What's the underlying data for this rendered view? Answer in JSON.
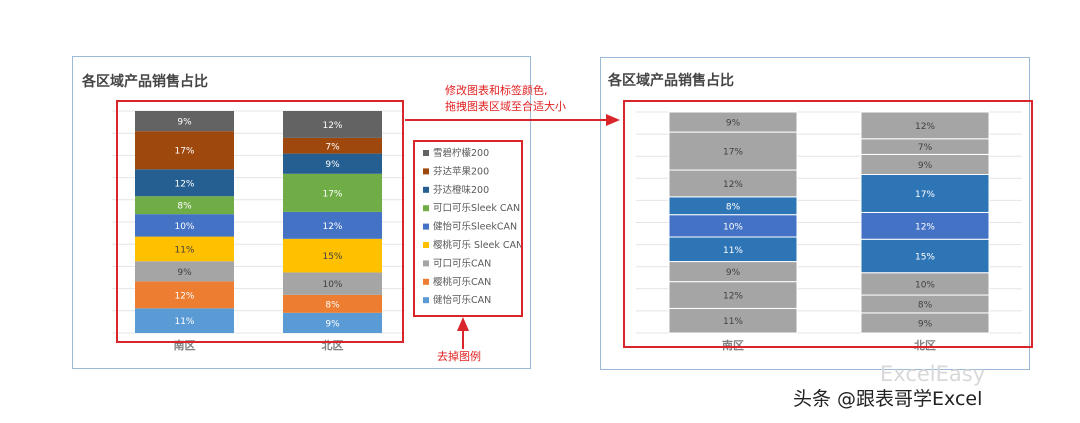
{
  "colors": {
    "series": [
      "#636363",
      "#9e480e",
      "#255e91",
      "#70ad47",
      "#4472c4",
      "#ffc000",
      "#a5a5a5",
      "#ed7d31",
      "#5b9bd5"
    ],
    "right_gray": "#a5a5a5",
    "right_blue": "#2e75b6",
    "right_blue_mid": "#4472c4",
    "annotation_red": "#d9262a"
  },
  "annotations": {
    "top_line1": "修改图表和标签颜色,",
    "top_line2": "拖拽图表区域至合适大小",
    "bottom": "去掉图例"
  },
  "watermark": "ExcelEasy",
  "credit": "头条 @跟表哥学Excel",
  "chart_data": [
    {
      "type": "bar",
      "stacked": true,
      "percent": true,
      "title": "各区域产品销售占比",
      "categories": [
        "南区",
        "北区"
      ],
      "legend": "right",
      "series": [
        {
          "name": "雪碧柠檬200",
          "values": [
            9,
            12
          ]
        },
        {
          "name": "芬达苹果200",
          "values": [
            17,
            7
          ]
        },
        {
          "name": "芬达橙味200",
          "values": [
            12,
            9
          ]
        },
        {
          "name": "可口可乐Sleek CAN",
          "values": [
            8,
            17
          ]
        },
        {
          "name": "健怡可乐SleekCAN",
          "values": [
            10,
            12
          ]
        },
        {
          "name": "樱桃可乐 Sleek CAN",
          "values": [
            11,
            15
          ]
        },
        {
          "name": "可口可乐CAN",
          "values": [
            9,
            10
          ]
        },
        {
          "name": "樱桃可乐CAN",
          "values": [
            12,
            8
          ]
        },
        {
          "name": "健怡可乐CAN",
          "values": [
            11,
            9
          ]
        }
      ]
    },
    {
      "type": "bar",
      "stacked": true,
      "percent": true,
      "title": "各区域产品销售占比",
      "categories": [
        "南区",
        "北区"
      ],
      "legend": "none",
      "series": [
        {
          "name": "雪碧柠檬200",
          "values": [
            9,
            12
          ],
          "color": "#a5a5a5"
        },
        {
          "name": "芬达苹果200",
          "values": [
            17,
            7
          ],
          "color": "#a5a5a5"
        },
        {
          "name": "芬达橙味200",
          "values": [
            12,
            9
          ],
          "color": "#a5a5a5"
        },
        {
          "name": "可口可乐Sleek CAN",
          "values": [
            8,
            17
          ],
          "color": "#2e75b6"
        },
        {
          "name": "健怡可乐SleekCAN",
          "values": [
            10,
            12
          ],
          "color": "#4472c4"
        },
        {
          "name": "樱桃可乐 Sleek CAN",
          "values": [
            11,
            15
          ],
          "color": "#2e75b6"
        },
        {
          "name": "可口可乐CAN",
          "values": [
            9,
            10
          ],
          "color": "#a5a5a5"
        },
        {
          "name": "樱桃可乐CAN",
          "values": [
            12,
            8
          ],
          "color": "#a5a5a5"
        },
        {
          "name": "健怡可乐CAN",
          "values": [
            11,
            9
          ],
          "color": "#a5a5a5"
        }
      ]
    }
  ]
}
